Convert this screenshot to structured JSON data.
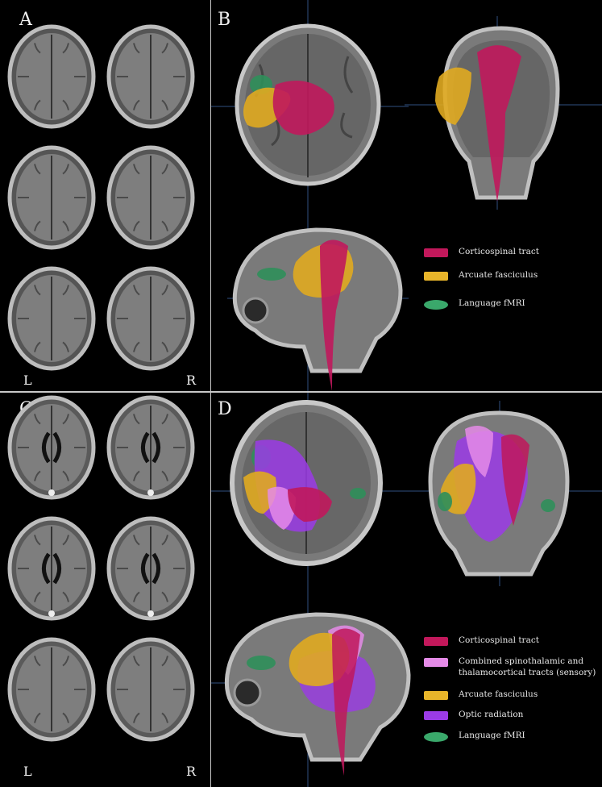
{
  "panels": {
    "A": {
      "letter": "A",
      "left_label": "L",
      "right_label": "R"
    },
    "B": {
      "letter": "B"
    },
    "C": {
      "letter": "C",
      "left_label": "L",
      "right_label": "R"
    },
    "D": {
      "letter": "D"
    }
  },
  "legend_B": [
    {
      "label": "Corticospinal tract",
      "color": "#c2185b",
      "shape": "rect"
    },
    {
      "label": "Arcuate fasciculus",
      "color": "#e8b52a",
      "shape": "rect"
    },
    {
      "label": "Language fMRI",
      "color": "#3aa86b",
      "shape": "ellipse"
    }
  ],
  "legend_D": [
    {
      "label": "Corticospinal tract",
      "color": "#c2185b",
      "shape": "rect"
    },
    {
      "label": "Combined spinothalamic and\nthalamocortical tracts (sensory)",
      "color": "#e58be8",
      "shape": "rect"
    },
    {
      "label": "Arcuate fasciculus",
      "color": "#e8b52a",
      "shape": "rect"
    },
    {
      "label": "Optic radiation",
      "color": "#9b3be6",
      "shape": "rect"
    },
    {
      "label": "Language fMRI",
      "color": "#3aa86b",
      "shape": "ellipse"
    }
  ],
  "colors": {
    "background": "#000000",
    "brain_gray": "#8c8c8c",
    "brain_dark": "#3a3a3a",
    "crosshair": "#2f4f7f",
    "divider": "#c8c8c8"
  }
}
